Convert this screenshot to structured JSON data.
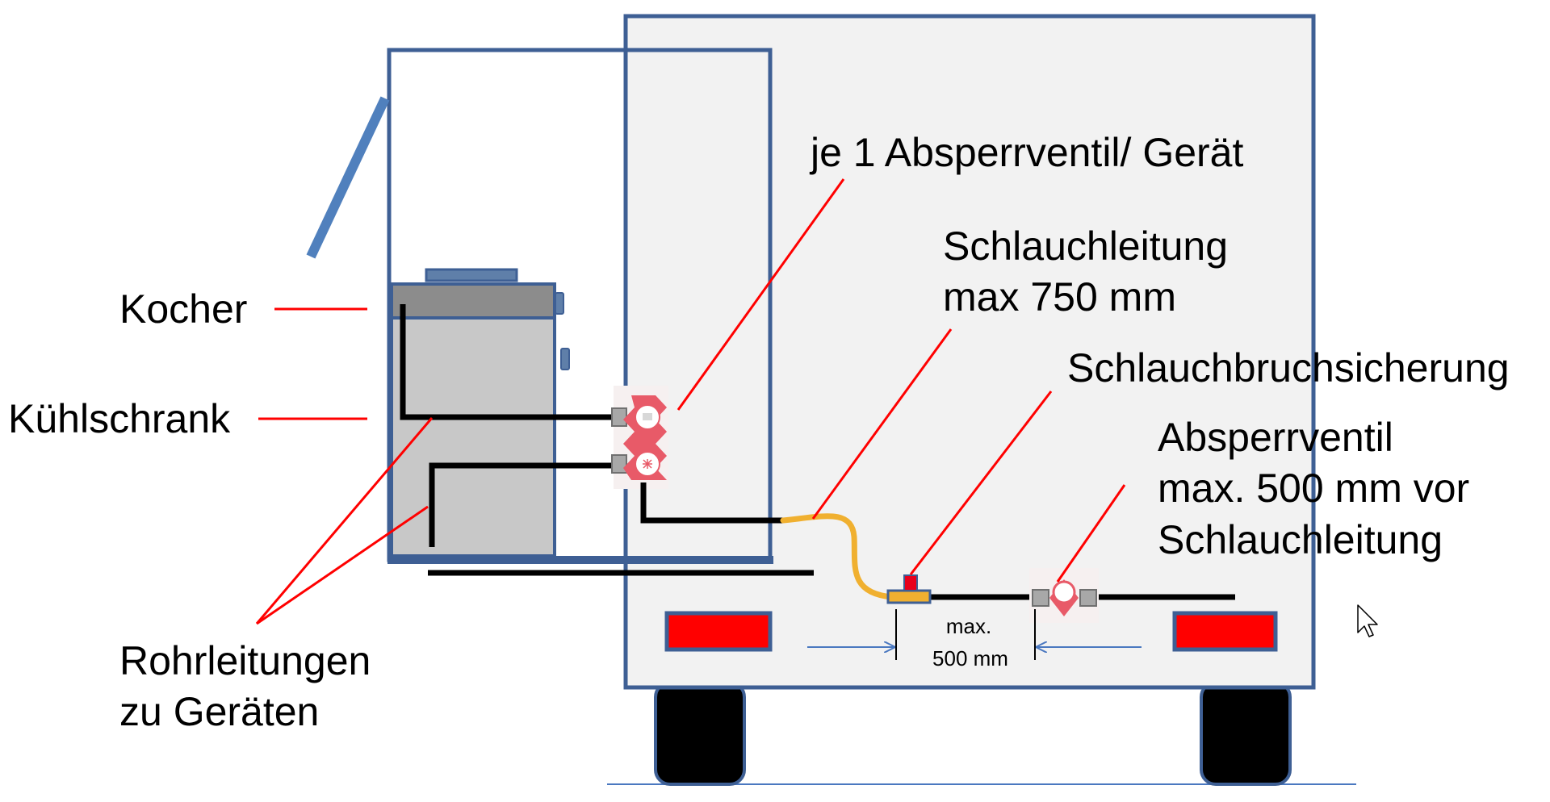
{
  "labels": {
    "kocher": "Kocher",
    "kuehlschrank": "Kühlschrank",
    "rohrleitungen_line1": "Rohrleitungen",
    "rohrleitungen_line2": "zu Geräten",
    "absperrventil_je_geraet": "je 1 Absperrventil/ Gerät",
    "schlauchleitung_line1": "Schlauchleitung",
    "schlauchleitung_line2": "max 750 mm",
    "schlauchbruchsicherung": "Schlauchbruchsicherung",
    "absperrventil_line1": "Absperrventil",
    "absperrventil_line2": "max. 500 mm vor",
    "absperrventil_line3": "Schlauchleitung",
    "dimension_line1": "max.",
    "dimension_line2": "500 mm"
  },
  "colors": {
    "vehicle_outline": "#3e5f94",
    "vehicle_fill": "#f2f2f2",
    "appliance_fill": "#c8c8c8",
    "stove_top": "#8c8c8c",
    "leader_lines": "#ff0000",
    "pipe": "#000000",
    "hose": "#f0b030",
    "valve_red": "#e85a68",
    "tail_light": "#ff0000",
    "tire": "#000000",
    "dimension_arrow": "#4a78c0"
  },
  "icons": {
    "valve": "gas-shutoff-valve-icon",
    "fuse": "hose-break-safety-icon",
    "cursor": "mouse-pointer-icon"
  }
}
